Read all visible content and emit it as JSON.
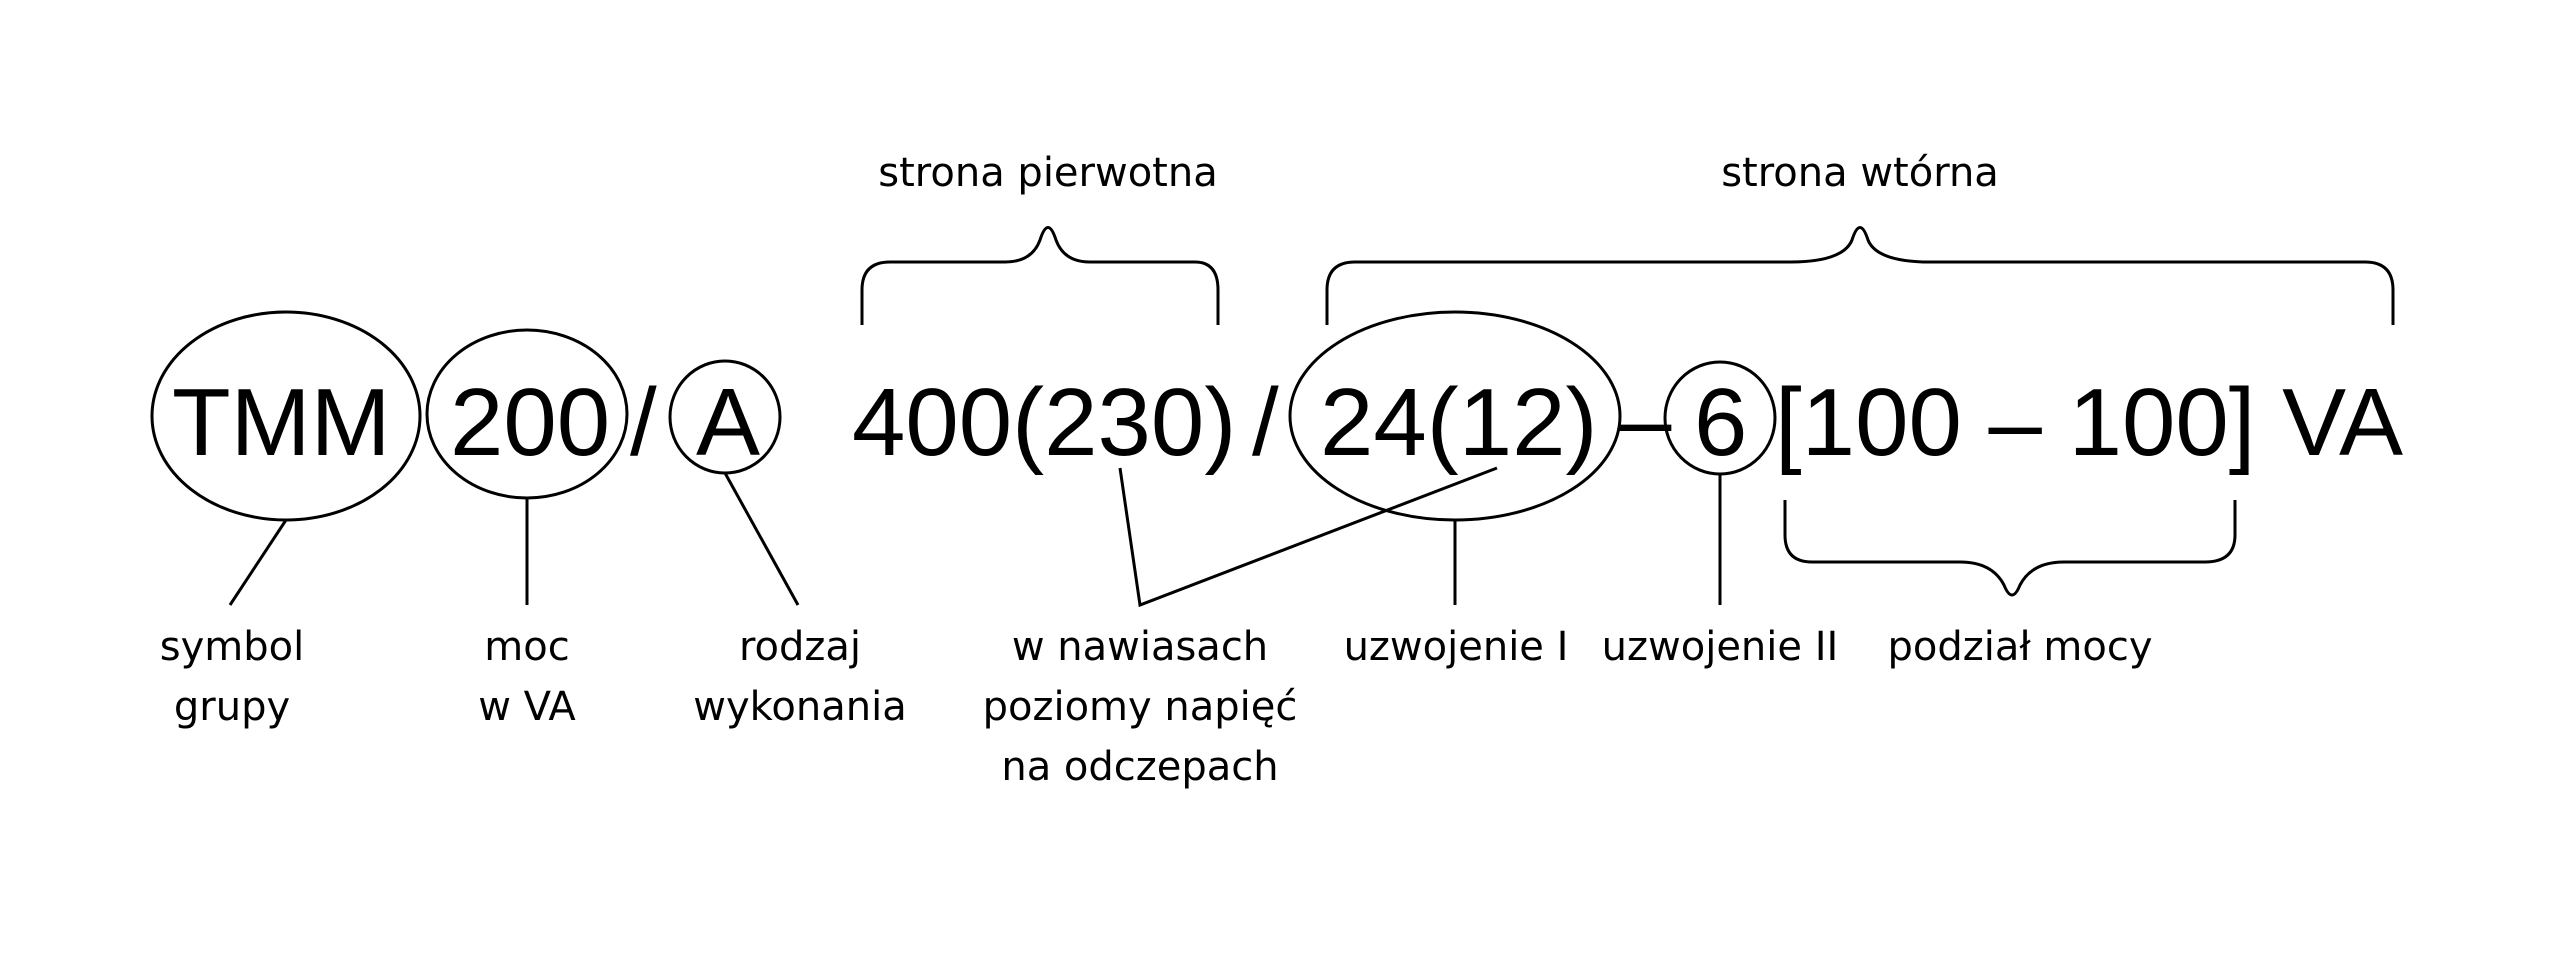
{
  "code": {
    "tmm": "TMM",
    "power": "200",
    "slash1": "/",
    "variant": "A",
    "primary": "400(230)",
    "slash2": "/",
    "secondary": "24(12)",
    "dash": "–",
    "winding2": "6",
    "split": "[100 – 100] VA"
  },
  "braces": {
    "primary_side": "strona pierwotna",
    "secondary_side": "strona wtórna"
  },
  "labels": {
    "group_symbol": [
      "symbol",
      "grupy"
    ],
    "power_va": [
      "moc",
      "w VA"
    ],
    "variant_type": [
      "rodzaj",
      "wykonania"
    ],
    "taps": [
      "w nawiasach",
      "poziomy napięć",
      "na odczepach"
    ],
    "winding_1": "uzwojenie I",
    "winding_2": "uzwojenie II",
    "power_split": "podział mocy"
  }
}
